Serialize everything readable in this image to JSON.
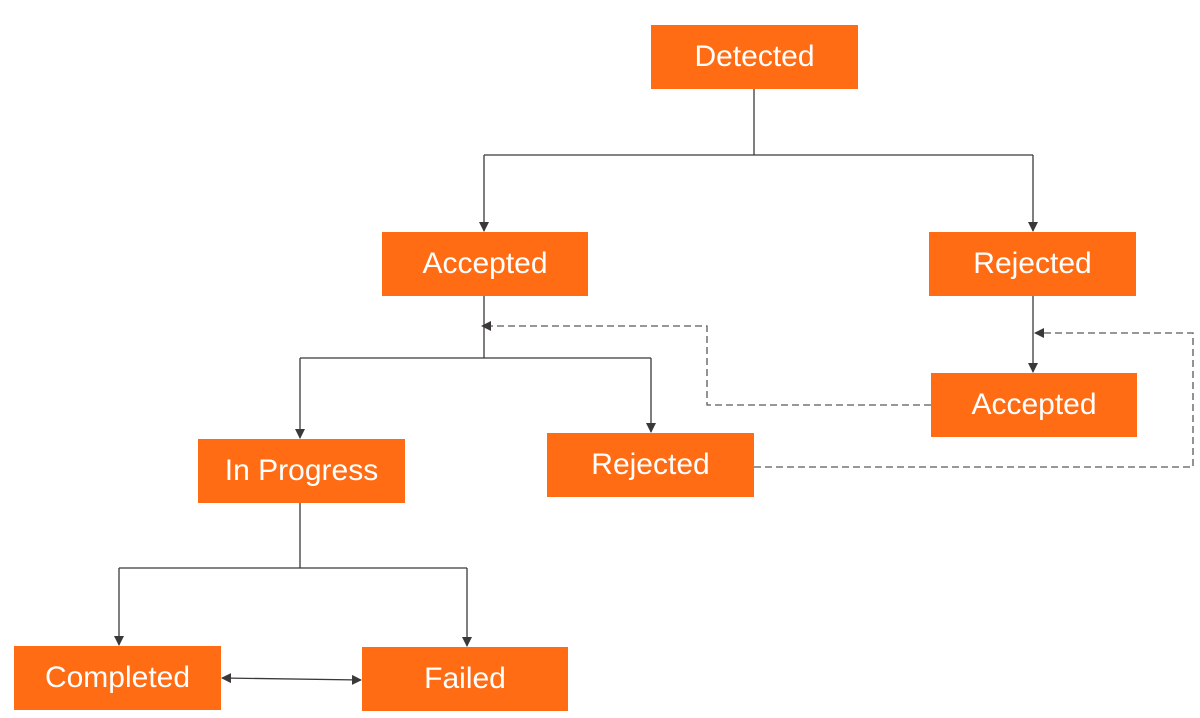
{
  "colors": {
    "node_fill": "#ff6c13",
    "node_text": "#ffffff",
    "line": "#3b3838",
    "dashed_line": "#595959"
  },
  "nodes": {
    "detected": "Detected",
    "accepted": "Accepted",
    "rejected": "Rejected",
    "rejected_accepted": "Accepted",
    "in_progress": "In Progress",
    "accepted_rejected": "Rejected",
    "completed": "Completed",
    "failed": "Failed"
  }
}
